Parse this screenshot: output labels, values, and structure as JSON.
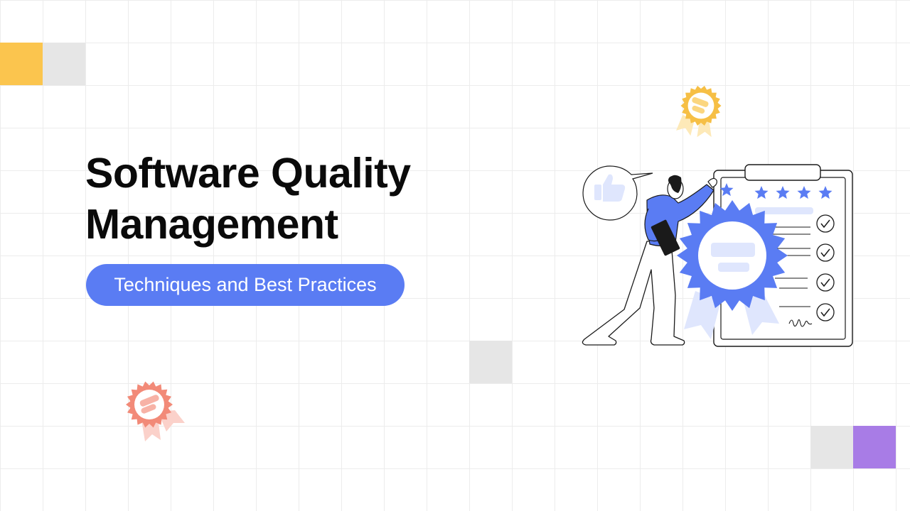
{
  "hero": {
    "title_line1": "Software Quality",
    "title_line2": "Management",
    "subtitle": "Techniques and Best Practices"
  },
  "colors": {
    "accent_blue": "#5a7cf3",
    "tile_yellow": "#fbc54e",
    "tile_gray": "#e6e6e6",
    "tile_purple": "#a87ce6",
    "badge_gold": "#f6bf45",
    "badge_coral": "#f28a78"
  },
  "icons": {
    "thumbs_up": "thumbs-up-icon",
    "stars": "star-icon",
    "check": "checkmark-icon",
    "ribbon": "award-ribbon-icon"
  },
  "illustration": {
    "star_rating": 5
  }
}
